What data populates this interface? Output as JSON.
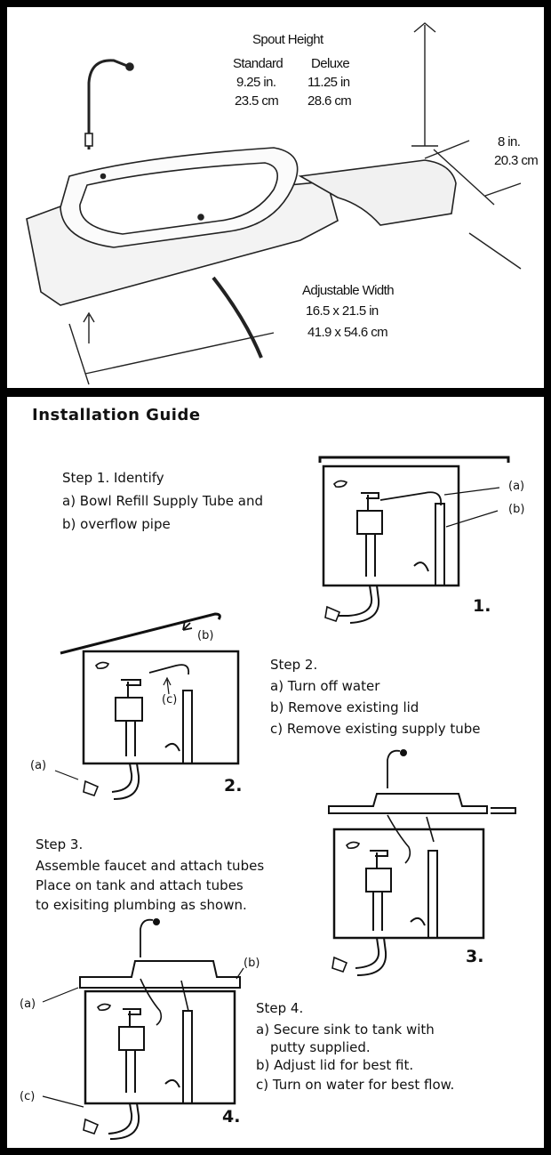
{
  "spec": {
    "spout_height_title": "Spout Height",
    "standard_label": "Standard",
    "standard_in": "9.25 in.",
    "standard_cm": "23.5 cm",
    "deluxe_label": "Deluxe",
    "deluxe_in": "11.25 in",
    "deluxe_cm": "28.6 cm",
    "depth_in": "8 in.",
    "depth_cm": "20.3 cm",
    "width_title": "Adjustable Width",
    "width_in": "16.5 x 21.5 in",
    "width_cm": "41.9 x 54.6 cm"
  },
  "guide": {
    "title": "Installation Guide",
    "step1": {
      "heading": "Step 1. Identify",
      "a": "a) Bowl Refill Supply Tube and",
      "b": "b) overflow pipe",
      "tag_a": "(a)",
      "tag_b": "(b)",
      "number": "1."
    },
    "step2": {
      "heading": "Step 2.",
      "a": "a) Turn off water",
      "b": "b) Remove existing lid",
      "c": "c) Remove existing supply tube",
      "tag_a": "(a)",
      "tag_b": "(b)",
      "tag_c": "(c)",
      "number": "2."
    },
    "step3": {
      "heading": "Step 3.",
      "line1": "Assemble faucet and attach tubes",
      "line2": "Place on tank and attach tubes",
      "line3": "to exisiting plumbing as shown.",
      "number": "3."
    },
    "step4": {
      "heading": "Step 4.",
      "a1": "a) Secure sink to tank with",
      "a2": "putty supplied.",
      "b": "b) Adjust lid for best fit.",
      "c": "c) Turn on water for best flow.",
      "tag_a": "(a)",
      "tag_b": "(b)",
      "tag_c": "(c)",
      "number": "4."
    }
  }
}
